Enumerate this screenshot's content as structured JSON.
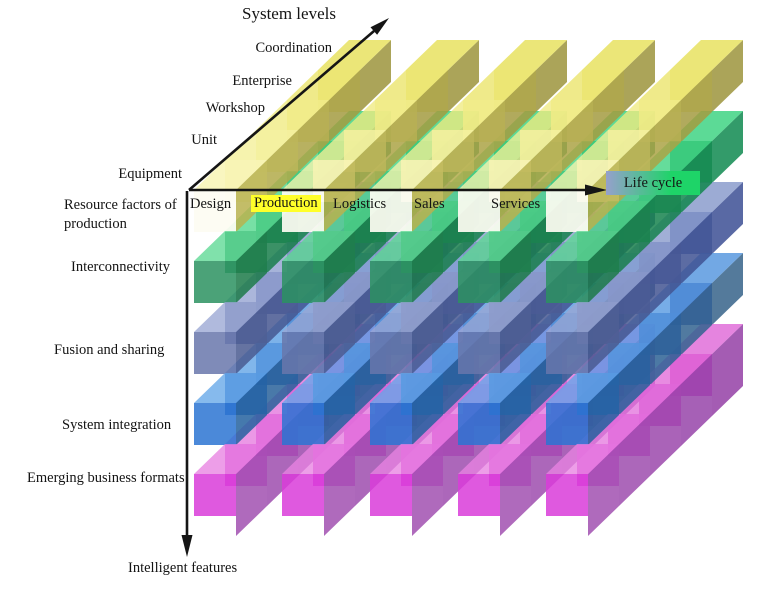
{
  "axes": {
    "system_levels": {
      "title": "System levels",
      "levels": [
        "Coordination",
        "Enterprise",
        "Workshop",
        "Unit",
        "Equipment"
      ]
    },
    "life_cycle": {
      "title": "Life cycle",
      "stages": [
        "Design",
        "Production",
        "Logistics",
        "Sales",
        "Services"
      ],
      "highlighted_stage": "Production"
    },
    "intelligent_features": {
      "title": "Intelligent features",
      "features": [
        {
          "label": "Resource factors of production",
          "colors": {
            "top": [
              "#f7f4ae",
              "#e6df52"
            ],
            "front": [
              "#fbf8d8",
              "#efe98a"
            ],
            "side": [
              "#b9b14e",
              "#9c943c"
            ],
            "front_layer_front": "#fdfcf2"
          }
        },
        {
          "label": "Interconnectivity",
          "colors": {
            "top": [
              "#5cd993",
              "#2ecf78"
            ],
            "front": [
              "#2c9260",
              "#23a666"
            ],
            "side": [
              "#1c7a49",
              "#0f8a50"
            ]
          }
        },
        {
          "label": "Fusion and sharing",
          "colors": {
            "top": [
              "#9aa6d4",
              "#8093c8"
            ],
            "front": [
              "#6877ab",
              "#5568b0"
            ],
            "side": [
              "#4a5a90",
              "#3c4f94"
            ]
          }
        },
        {
          "label": "System integration",
          "colors": {
            "top": [
              "#64a7e8",
              "#4a90dd"
            ],
            "front": [
              "#2b74d2",
              "#3352ab"
            ],
            "side": [
              "#24619f",
              "#366389"
            ]
          }
        },
        {
          "label": "Emerging business formats",
          "colors": {
            "top": [
              "#e883e2",
              "#de62d6"
            ],
            "front": [
              "#d93cd9",
              "#cc2ec4"
            ],
            "side": [
              "#a150b0",
              "#9440a6"
            ]
          }
        }
      ]
    }
  },
  "style": {
    "axis_color": "#151515",
    "background": "#ffffff",
    "production_highlight_bg": "#ffff2a",
    "life_cycle_label_gradient": [
      "#96a0cc",
      "#1ed468"
    ]
  },
  "grid": {
    "columns": 5,
    "rows": 5,
    "depth_layers": 5
  }
}
